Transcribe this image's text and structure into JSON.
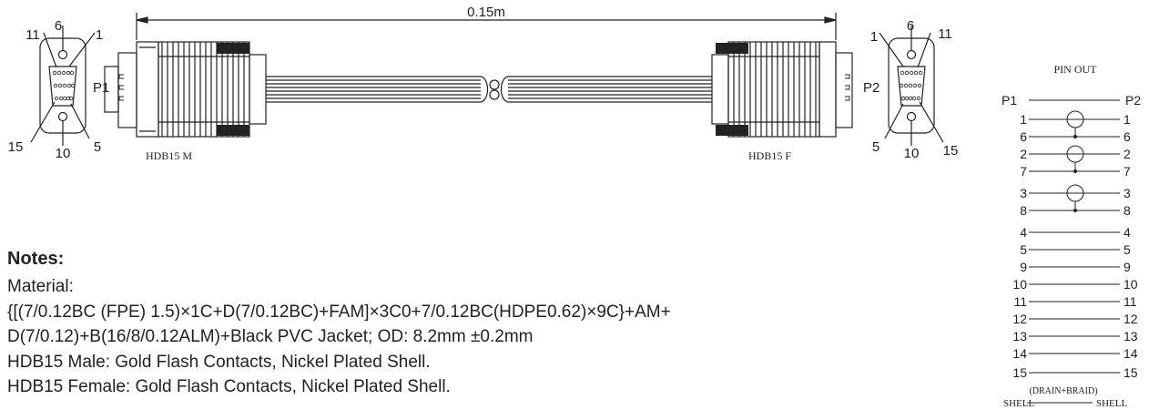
{
  "cable": {
    "length_label": "0.15m",
    "p1_connector": "HDB15 M",
    "p2_connector": "HDB15 F",
    "p1_label": "P1",
    "p2_label": "P2",
    "p1_pins": {
      "top": "6",
      "top_left": "11",
      "top_right": "1",
      "bottom_left": "15",
      "bottom": "10",
      "bottom_right": "5"
    },
    "p2_pins": {
      "top": "6",
      "top_left": "1",
      "top_right": "11",
      "bottom_left": "5",
      "bottom": "10",
      "bottom_right": "15"
    }
  },
  "pinout": {
    "title": "PIN OUT",
    "left_header": "P1",
    "right_header": "P2",
    "rows": [
      {
        "left": "1",
        "right": "1"
      },
      {
        "left": "6",
        "right": "6"
      },
      {
        "left": "2",
        "right": "2"
      },
      {
        "left": "7",
        "right": "7"
      },
      {
        "left": "3",
        "right": "3"
      },
      {
        "left": "8",
        "right": "8"
      },
      {
        "left": "4",
        "right": "4"
      },
      {
        "left": "5",
        "right": "5"
      },
      {
        "left": "9",
        "right": "9"
      },
      {
        "left": "10",
        "right": "10"
      },
      {
        "left": "11",
        "right": "11"
      },
      {
        "left": "12",
        "right": "12"
      },
      {
        "left": "13",
        "right": "13"
      },
      {
        "left": "14",
        "right": "14"
      },
      {
        "left": "15",
        "right": "15"
      }
    ],
    "drain_label": "(DRAIN+BRAID)",
    "shell_left": "SHELL",
    "shell_right": "SHELL"
  },
  "notes": {
    "title": "Notes:",
    "material_label": "Material:",
    "spec_line1": "{[(7/0.12BC (FPE) 1.5)×1C+D(7/0.12BC)+FAM]×3C0+7/0.12BC(HDPE0.62)×9C}+AM+",
    "spec_line2": "D(7/0.12)+B(16/8/0.12ALM)+Black PVC Jacket; OD: 8.2mm ±0.2mm",
    "male_line": "HDB15 Male: Gold Flash Contacts, Nickel Plated Shell.",
    "female_line": "HDB15 Female: Gold Flash Contacts, Nickel Plated Shell."
  }
}
